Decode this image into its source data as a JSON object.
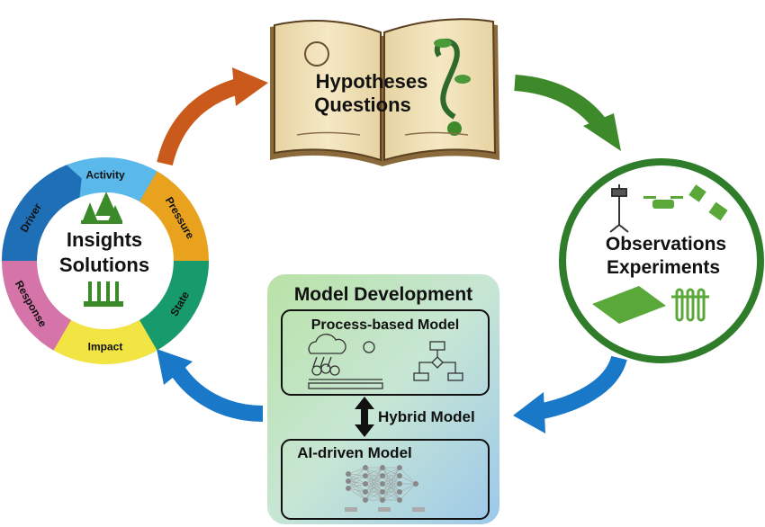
{
  "hypotheses": {
    "line1": "Hypotheses",
    "line2": "Questions"
  },
  "observations": {
    "line1": "Observations",
    "line2": "Experiments"
  },
  "insights": {
    "line1": "Insights",
    "line2": "Solutions"
  },
  "dpsir": {
    "segments": [
      {
        "label": "Activity",
        "color": "#5ab8ea"
      },
      {
        "label": "Pressure",
        "color": "#e8a21e"
      },
      {
        "label": "State",
        "color": "#179b6c"
      },
      {
        "label": "Impact",
        "color": "#f2e443"
      },
      {
        "label": "Response",
        "color": "#d574a9"
      },
      {
        "label": "Driver",
        "color": "#1f6fb6"
      }
    ]
  },
  "model": {
    "title": "Model Development",
    "process": "Process-based Model",
    "hybrid": "Hybrid Model",
    "ai": "AI-driven Model"
  },
  "colors": {
    "orange_arrow": "#c95a1c",
    "green_arrow": "#3e8a2a",
    "blue_arrow": "#1a78c8",
    "obs_ring": "#2f7d2a"
  }
}
